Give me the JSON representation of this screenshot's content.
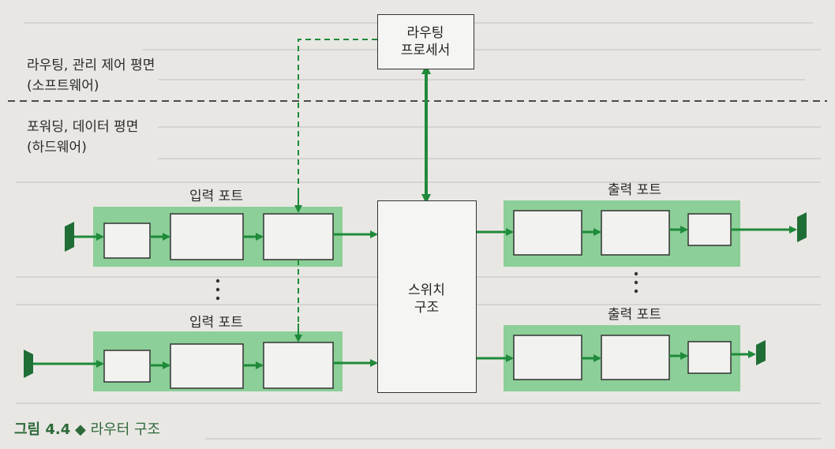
{
  "planes": {
    "control": {
      "line1": "라우팅, 관리 제어 평면",
      "line2": "(소프트웨어)"
    },
    "data": {
      "line1": "포워딩, 데이터 평면",
      "line2": "(하드웨어)"
    }
  },
  "routing_processor": {
    "line1": "라우팅",
    "line2": "프로세서"
  },
  "switch_fabric": {
    "line1": "스위치",
    "line2": "구조"
  },
  "input_port_label": "입력 포트",
  "output_port_label": "출력 포트",
  "caption": {
    "figure": "그림 4.4",
    "bullet": "◆",
    "title": "라우터 구조"
  },
  "colors": {
    "green": "#1f8a3a",
    "port_fill": "#8ccf98",
    "box_fill": "#f2f2f0",
    "dark_green": "#2d6a3a"
  }
}
